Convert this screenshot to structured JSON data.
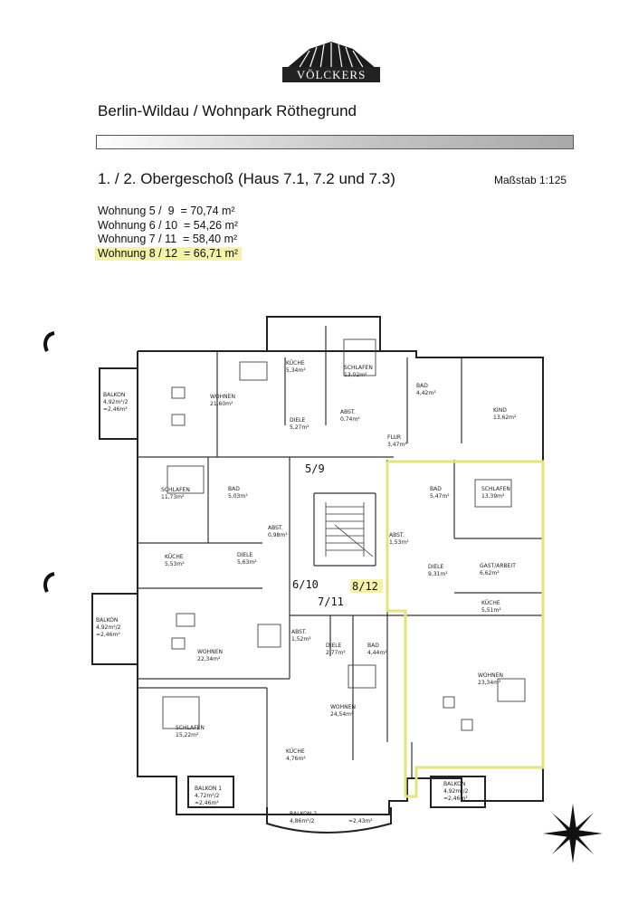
{
  "logo": {
    "text": "VÖLCKERS"
  },
  "header": {
    "title": "Berlin-Wildau / Wohnpark Röthegrund",
    "subtitle": "1. / 2. Obergeschoß (Haus 7.1, 7.2 und 7.3)",
    "scale": "Maßstab 1:125"
  },
  "units": [
    {
      "label": "Wohnung 5 /  9  = 70,74 m²",
      "highlighted": false
    },
    {
      "label": "Wohnung 6 / 10  = 54,26 m²",
      "highlighted": false
    },
    {
      "label": "Wohnung 7 / 11  = 58,40 m²",
      "highlighted": false
    },
    {
      "label": "Wohnung 8 / 12  = 66,71 m²",
      "highlighted": true
    }
  ],
  "plan": {
    "unit_labels": {
      "u59": "5/9",
      "u610": "6/10",
      "u711": "7/11",
      "u812": "8/12"
    },
    "rooms": {
      "balkon_left_top": "BALKON",
      "balkon_left_top_area": "4,92m²/2",
      "balkon_left_top_area2": "=2,46m²",
      "wohnen_top": "WOHNEN",
      "wohnen_top_area": "21,60m²",
      "kueche_top": "KÜCHE",
      "kueche_top_area": "5,34m²",
      "schlafen_top": "SCHLAFEN",
      "schlafen_top_area": "13,02m²",
      "abst_top": "ABST.",
      "abst_top_area": "0,74m²",
      "diele_top": "DIELE",
      "diele_top_area": "5,27m²",
      "bad_top": "BAD",
      "bad_top_area": "4,42m²",
      "kind_top": "KIND",
      "kind_top_area": "13,62m²",
      "flur_top": "FLUR",
      "flur_top_area": "3,47m²",
      "schlafen_l2": "SCHLAFEN",
      "schlafen_l2_area": "11,73m²",
      "bad_l2": "BAD",
      "bad_l2_area": "5,03m²",
      "abst_l2": "ABST.",
      "abst_l2_area": "0,98m²",
      "kueche_l2": "KÜCHE",
      "kueche_l2_area": "5,53m²",
      "diele_l2": "DIELE",
      "diele_l2_area": "5,63m²",
      "bad_r2": "BAD",
      "bad_r2_area": "5,47m²",
      "schlafen_r2": "SCHLAFEN",
      "schlafen_r2_area": "13,39m²",
      "abst_r2": "ABST.",
      "abst_r2_area": "1,53m²",
      "diele_r2": "DIELE",
      "diele_r2_area": "9,31m²",
      "gast_r2": "GAST/ARBEIT",
      "gast_r2_area": "6,62m²",
      "kueche_r2": "KÜCHE",
      "kueche_r2_area": "5,51m²",
      "balkon_left_mid": "BALKON",
      "balkon_left_mid_area": "4,92m²/2",
      "balkon_left_mid_area2": "=2,46m²",
      "wohnen_l3": "WOHNEN",
      "wohnen_l3_area": "22,34m²",
      "abst_c3": "ABST.",
      "abst_c3_area": "1,52m²",
      "diele_c3": "DIELE",
      "diele_c3_area": "2,77m²",
      "bad_c3": "BAD",
      "bad_c3_area": "4,44m²",
      "wohnen_r3": "WOHNEN",
      "wohnen_r3_area": "23,34m²",
      "schlafen_l4": "SCHLAFEN",
      "schlafen_l4_area": "15,22m²",
      "wohnen_c4": "WOHNEN",
      "wohnen_c4_area": "24,54m²",
      "kueche_c4": "KÜCHE",
      "kueche_c4_area": "4,76m²",
      "balkon_bl": "BALKON 1",
      "balkon_bl_area": "4,72m²/2",
      "balkon_bl_area2": "=2,46m²",
      "balkon_bc": "BALKON 2",
      "balkon_bc_area": "4,86m²/2",
      "balkon_bc_area2": "=2,43m²",
      "balkon_br": "BALKON",
      "balkon_br_area": "4,92m²/2",
      "balkon_br_area2": "=2,46m²"
    }
  },
  "colors": {
    "highlight": "#f4f3a8",
    "outline_812": "#e6e37a",
    "ink": "#222222"
  }
}
